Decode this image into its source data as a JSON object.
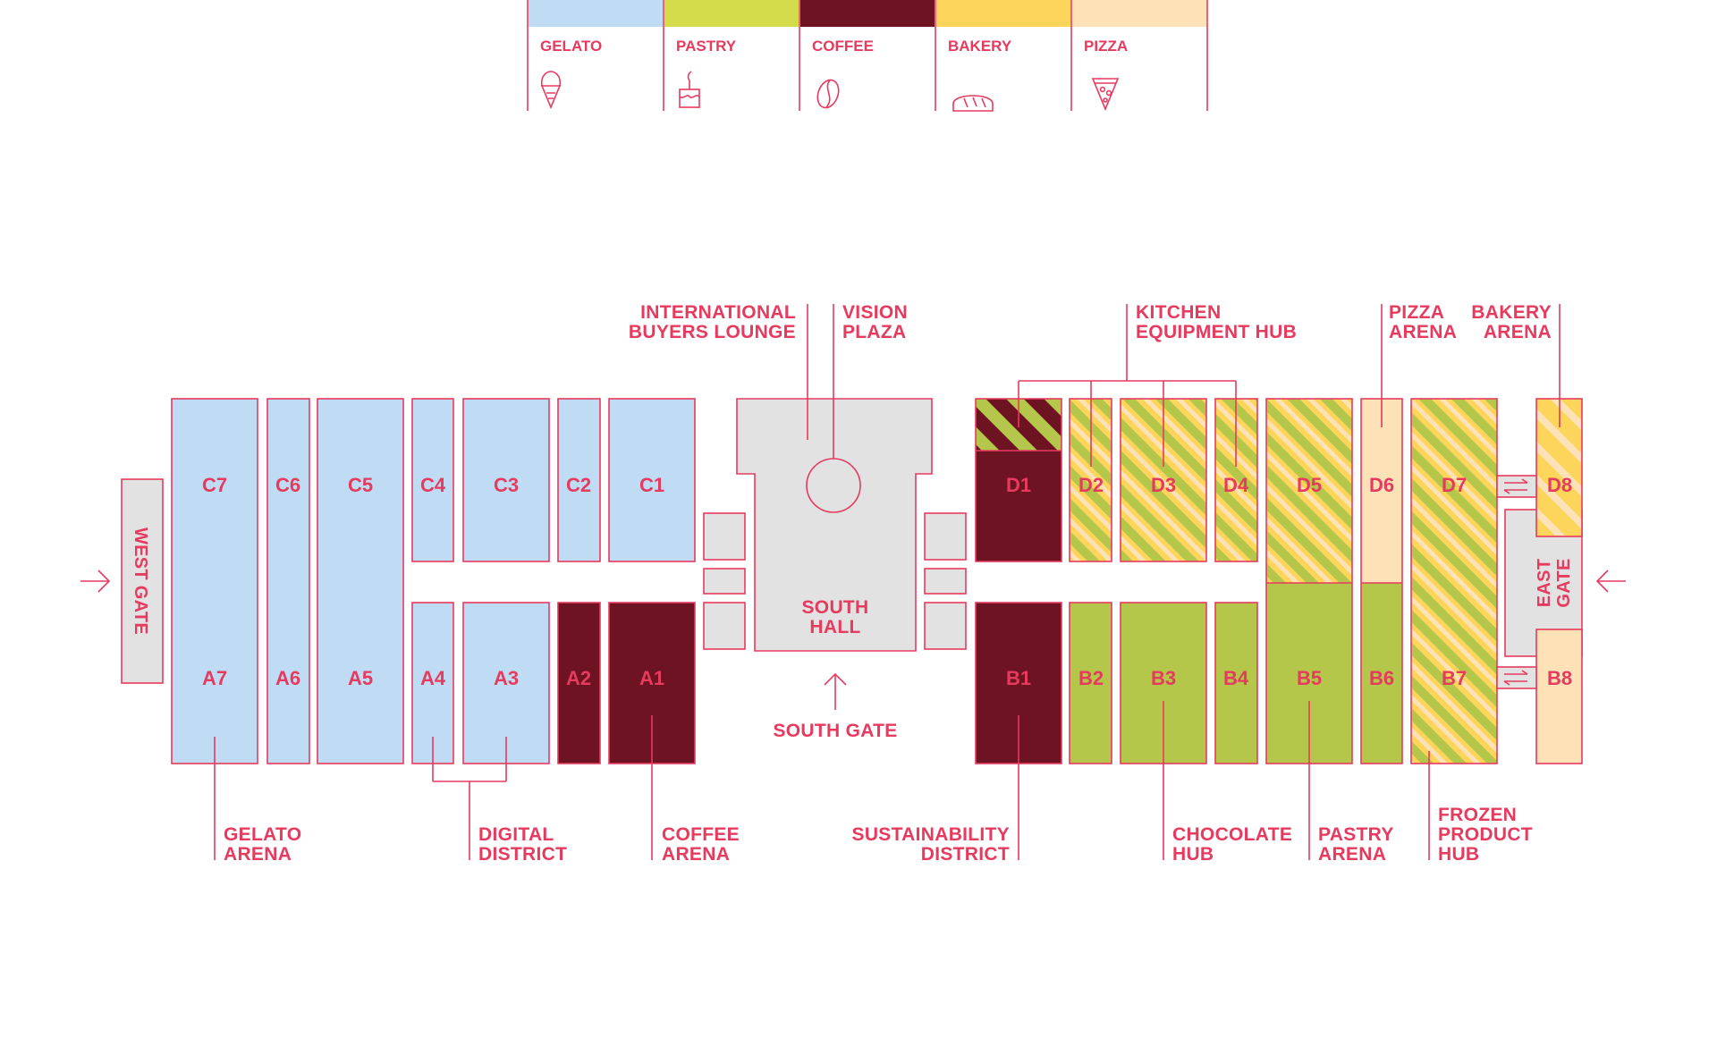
{
  "colors": {
    "accent": "#e63a5e",
    "gelato": "#c0dcf4",
    "pastry": "#b5c74b",
    "coffee": "#6e1322",
    "bakery": "#fcd55a",
    "pizza": "#fde2b8",
    "neutral": "#e2e2e2"
  },
  "legend": [
    {
      "key": "gelato",
      "label": "GELATO",
      "icon": "ice-cream-icon"
    },
    {
      "key": "pastry",
      "label": "PASTRY",
      "icon": "cake-icon"
    },
    {
      "key": "coffee",
      "label": "COFFEE",
      "icon": "coffee-bean-icon"
    },
    {
      "key": "bakery",
      "label": "BAKERY",
      "icon": "bread-icon"
    },
    {
      "key": "pizza",
      "label": "PIZZA",
      "icon": "pizza-slice-icon"
    }
  ],
  "halls": {
    "C7": "C7",
    "C6": "C6",
    "C5": "C5",
    "C4": "C4",
    "C3": "C3",
    "C2": "C2",
    "C1": "C1",
    "A7": "A7",
    "A6": "A6",
    "A5": "A5",
    "A4": "A4",
    "A3": "A3",
    "A2": "A2",
    "A1": "A1",
    "D1": "D1",
    "D2": "D2",
    "D3": "D3",
    "D4": "D4",
    "D5": "D5",
    "D6": "D6",
    "D7": "D7",
    "D8": "D8",
    "B1": "B1",
    "B2": "B2",
    "B3": "B3",
    "B4": "B4",
    "B5": "B5",
    "B6": "B6",
    "B7": "B7",
    "B8": "B8"
  },
  "gates": {
    "west": "WEST GATE",
    "east_line1": "EAST",
    "east_line2": "GATE",
    "south": "SOUTH GATE"
  },
  "south_hall": {
    "line1": "SOUTH",
    "line2": "HALL"
  },
  "areas": {
    "buyers_lounge": [
      "INTERNATIONAL",
      "BUYERS LOUNGE"
    ],
    "vision_plaza": [
      "VISION",
      "PLAZA"
    ],
    "kitchen_hub": [
      "KITCHEN",
      "EQUIPMENT HUB"
    ],
    "pizza_arena": [
      "PIZZA",
      "ARENA"
    ],
    "bakery_arena": [
      "BAKERY",
      "ARENA"
    ],
    "gelato_arena": [
      "GELATO",
      "ARENA"
    ],
    "digital_district": [
      "DIGITAL",
      "DISTRICT"
    ],
    "coffee_arena": [
      "COFFEE",
      "ARENA"
    ],
    "sustainability_district": [
      "SUSTAINABILITY",
      "DISTRICT"
    ],
    "chocolate_hub": [
      "CHOCOLATE",
      "HUB"
    ],
    "pastry_arena": [
      "PASTRY",
      "ARENA"
    ],
    "frozen_hub": [
      "FROZEN",
      "PRODUCT",
      "HUB"
    ]
  }
}
